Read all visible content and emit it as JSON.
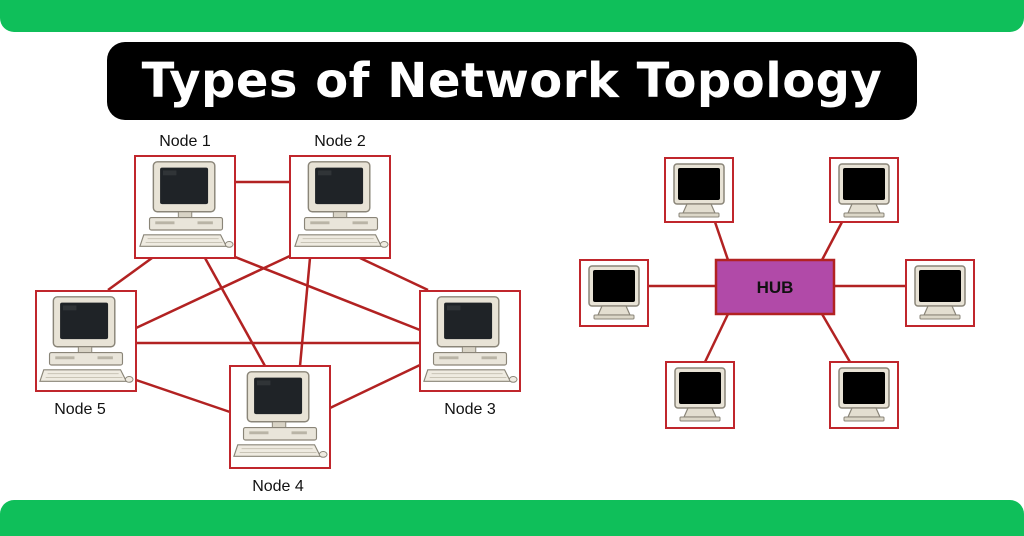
{
  "title": "Types of Network Topology",
  "colors": {
    "band": "#0fbf5a",
    "link": "#b22222",
    "frame": "#c0262c",
    "hub_fill": "#b14aa8",
    "screen_mesh": "#1f2327",
    "screen_star": "#000000",
    "case": "#e9e5da"
  },
  "mesh": {
    "nodes": [
      {
        "id": "n1",
        "label": "Node 1"
      },
      {
        "id": "n2",
        "label": "Node 2"
      },
      {
        "id": "n3",
        "label": "Node 3"
      },
      {
        "id": "n4",
        "label": "Node 4"
      },
      {
        "id": "n5",
        "label": "Node 5"
      }
    ],
    "links": [
      [
        "n1",
        "n2"
      ],
      [
        "n1",
        "n5"
      ],
      [
        "n1",
        "n4"
      ],
      [
        "n1",
        "n3"
      ],
      [
        "n2",
        "n5"
      ],
      [
        "n2",
        "n4"
      ],
      [
        "n2",
        "n3"
      ],
      [
        "n5",
        "n3"
      ],
      [
        "n5",
        "n4"
      ],
      [
        "n4",
        "n3"
      ]
    ]
  },
  "star": {
    "hub_label": "HUB",
    "node_count": 6
  }
}
